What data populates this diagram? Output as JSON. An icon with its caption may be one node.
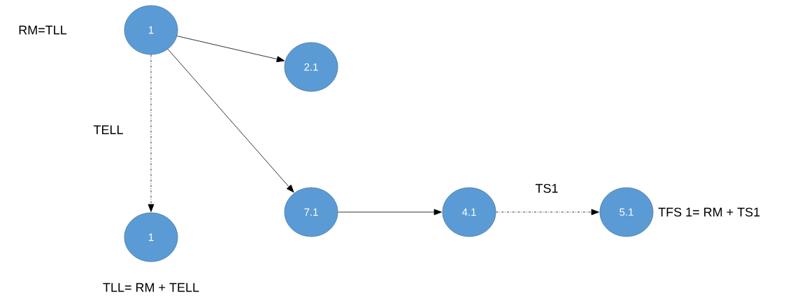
{
  "diagram": {
    "nodes": [
      {
        "text": [
          "1"
        ]
      },
      {
        "text": [
          "2.1"
        ]
      },
      {
        "text": [
          "7.1"
        ]
      },
      {
        "text": [
          "1"
        ],
        "beside": [
          "TLL= RM + TELL"
        ]
      },
      {
        "text": [
          "4.1"
        ]
      },
      {
        "text": [
          "5.1"
        ],
        "beside": [
          "TFS 1= RM + TS1"
        ]
      }
    ],
    "edges": [
      {
        "from": 0,
        "to": 1,
        "arrow": "to"
      },
      {
        "from": 0,
        "to": 2,
        "arrow": "to"
      },
      {
        "from": 0,
        "to": 3,
        "arrow": "to",
        "label": "TELL",
        "style": "dashed"
      },
      {
        "from": 2,
        "to": 4,
        "arrow": "to"
      },
      {
        "from": 4,
        "to": 5,
        "arrow": "to",
        "label": "TS1",
        "style": "dashed"
      }
    ],
    "labels": [
      "RM=TLL"
    ]
  }
}
